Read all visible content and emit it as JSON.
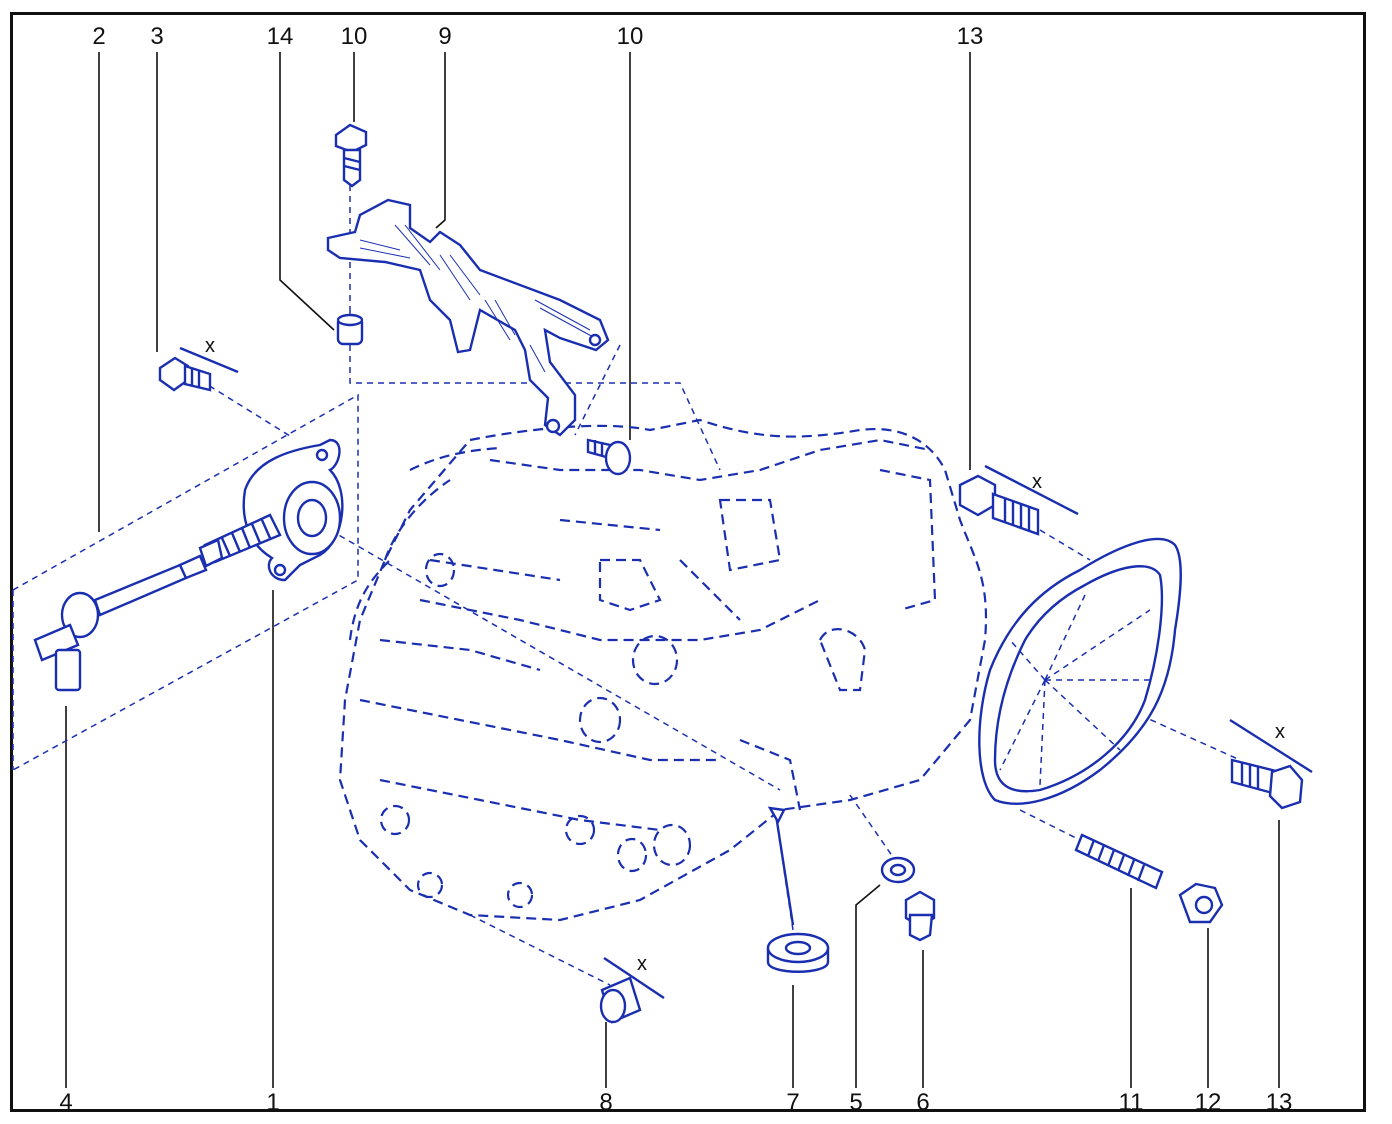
{
  "colors": {
    "line": "#1a2fb0",
    "frame": "#111111",
    "label": "#111111"
  },
  "labels_top": [
    "2",
    "3",
    "14",
    "10",
    "9",
    "10",
    "13"
  ],
  "labels_bottom": [
    "4",
    "1",
    "8",
    "7",
    "5",
    "6",
    "11",
    "12",
    "13"
  ],
  "dimension_mark": "x"
}
